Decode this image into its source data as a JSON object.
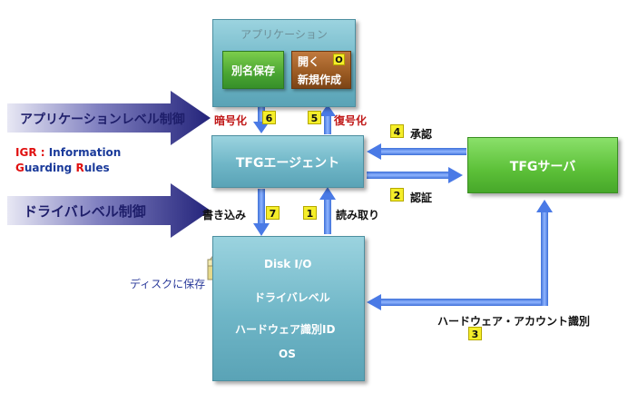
{
  "application": {
    "title": "アプリケーション",
    "save_as": "別名保存",
    "open": "開く",
    "open_badge": "O",
    "new_create": "新規作成"
  },
  "agent": {
    "label": "TFGエージェント"
  },
  "server": {
    "label": "TFGサーバ"
  },
  "disk": {
    "disk_io": "Disk I/O",
    "driver_level": "ドライバレベル",
    "hw_id": "ハードウェア識別ID",
    "os": "OS"
  },
  "controls": {
    "app_level": "アプリケーションレベル制御",
    "driver_level": "ドライバレベル制御"
  },
  "igr": {
    "line1_prefix": "IGR : ",
    "line1_rest": "Information",
    "line2_g": "G",
    "line2_mid": "uarding ",
    "line2_r": "R",
    "line2_rest": "ules"
  },
  "labels": {
    "encrypt": "暗号化",
    "decrypt": "復号化",
    "approve": "承認",
    "auth": "認証",
    "write": "書き込み",
    "read": "読み取り",
    "hw_account_id": "ハードウェア・アカウント識別",
    "save_to_disk": "ディスクに保存"
  },
  "steps": {
    "encrypt": "6",
    "decrypt": "5",
    "approve": "4",
    "auth": "2",
    "write": "7",
    "read": "1",
    "hw_account": "3"
  },
  "colors": {
    "arrow_blue": "#5b8ff0",
    "control_arrow": "#3a3aa0",
    "igr_red": "#e01010",
    "igr_blue": "#1a3a9a",
    "label_blue": "#2a3a9a"
  }
}
